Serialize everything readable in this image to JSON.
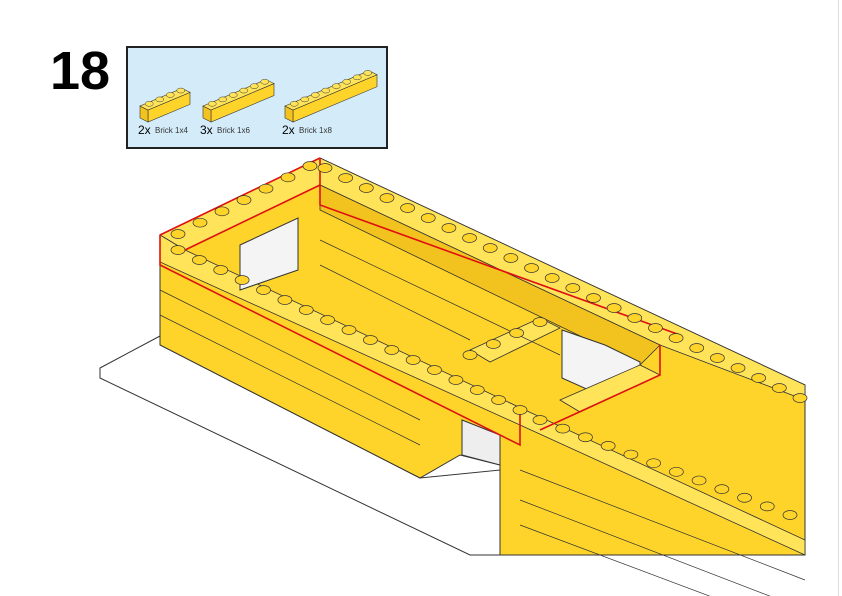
{
  "step": {
    "number": "18"
  },
  "parts": [
    {
      "name": "Brick 1x4",
      "quantity": "2x",
      "studs": 4
    },
    {
      "name": "Brick 1x6",
      "quantity": "3x",
      "studs": 6
    },
    {
      "name": "Brick 1x8",
      "quantity": "2x",
      "studs": 8
    }
  ],
  "colors": {
    "brick": "#FFD42A",
    "brick_top": "#FFE45A",
    "new_outline": "#E01010",
    "baseplate": "#FFFFFF",
    "parts_bg": "#D4ECF9"
  }
}
